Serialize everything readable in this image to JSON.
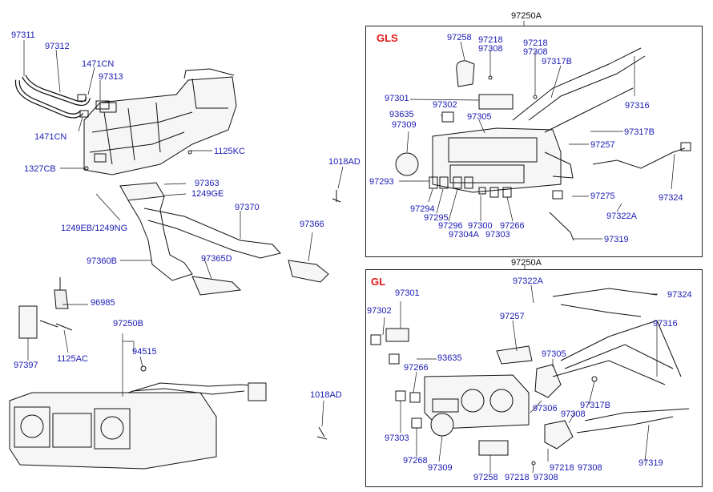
{
  "left": {
    "l_97311": "97311",
    "l_97312": "97312",
    "l_1471cn_a": "1471CN",
    "l_97313": "97313",
    "l_1471cn_b": "1471CN",
    "l_1125kc": "1125KC",
    "l_1327cb": "1327CB",
    "l_97363": "97363",
    "l_1249ge": "1249GE",
    "l_1018ad_a": "1018AD",
    "l_97370": "97370",
    "l_1249eb": "1249EB/1249NG",
    "l_97366": "97366",
    "l_97365d": "97365D",
    "l_97360b": "97360B",
    "l_96985": "96985",
    "l_1125ac": "1125AC",
    "l_97397": "97397",
    "l_97250b": "97250B",
    "l_94515": "94515",
    "l_1018ad_b": "1018AD"
  },
  "gls": {
    "header": "97250A",
    "title": "GLS",
    "l_97258": "97258",
    "l_97218_a": "97218",
    "l_97308_a": "97308",
    "l_97218_b": "97218",
    "l_97308_b": "97308",
    "l_97317b_a": "97317B",
    "l_97301": "97301",
    "l_97302": "97302",
    "l_97316": "97316",
    "l_93635": "93635",
    "l_97305": "97305",
    "l_97309": "97309",
    "l_97317b_b": "97317B",
    "l_97257": "97257",
    "l_97293": "97293",
    "l_97324": "97324",
    "l_97275": "97275",
    "l_97294": "97294",
    "l_97295": "97295",
    "l_97296": "97296",
    "l_97300": "97300",
    "l_97266": "97266",
    "l_97322a": "97322A",
    "l_97304a": "97304A",
    "l_97303": "97303",
    "l_97319": "97319"
  },
  "gl": {
    "header": "97250A",
    "title": "GL",
    "l_97322a": "97322A",
    "l_97301": "97301",
    "l_97324": "97324",
    "l_97302": "97302",
    "l_97257": "97257",
    "l_97316": "97316",
    "l_93635": "93635",
    "l_97305": "97305",
    "l_97266": "97266",
    "l_97317b": "97317B",
    "l_97306": "97306",
    "l_97308_a": "97308",
    "l_97303": "97303",
    "l_97268": "97268",
    "l_97309": "97309",
    "l_97319": "97319",
    "l_97218_a": "97218",
    "l_97308_b": "97308",
    "l_97258": "97258",
    "l_97218_b": "97218",
    "l_97308_c": "97308"
  }
}
